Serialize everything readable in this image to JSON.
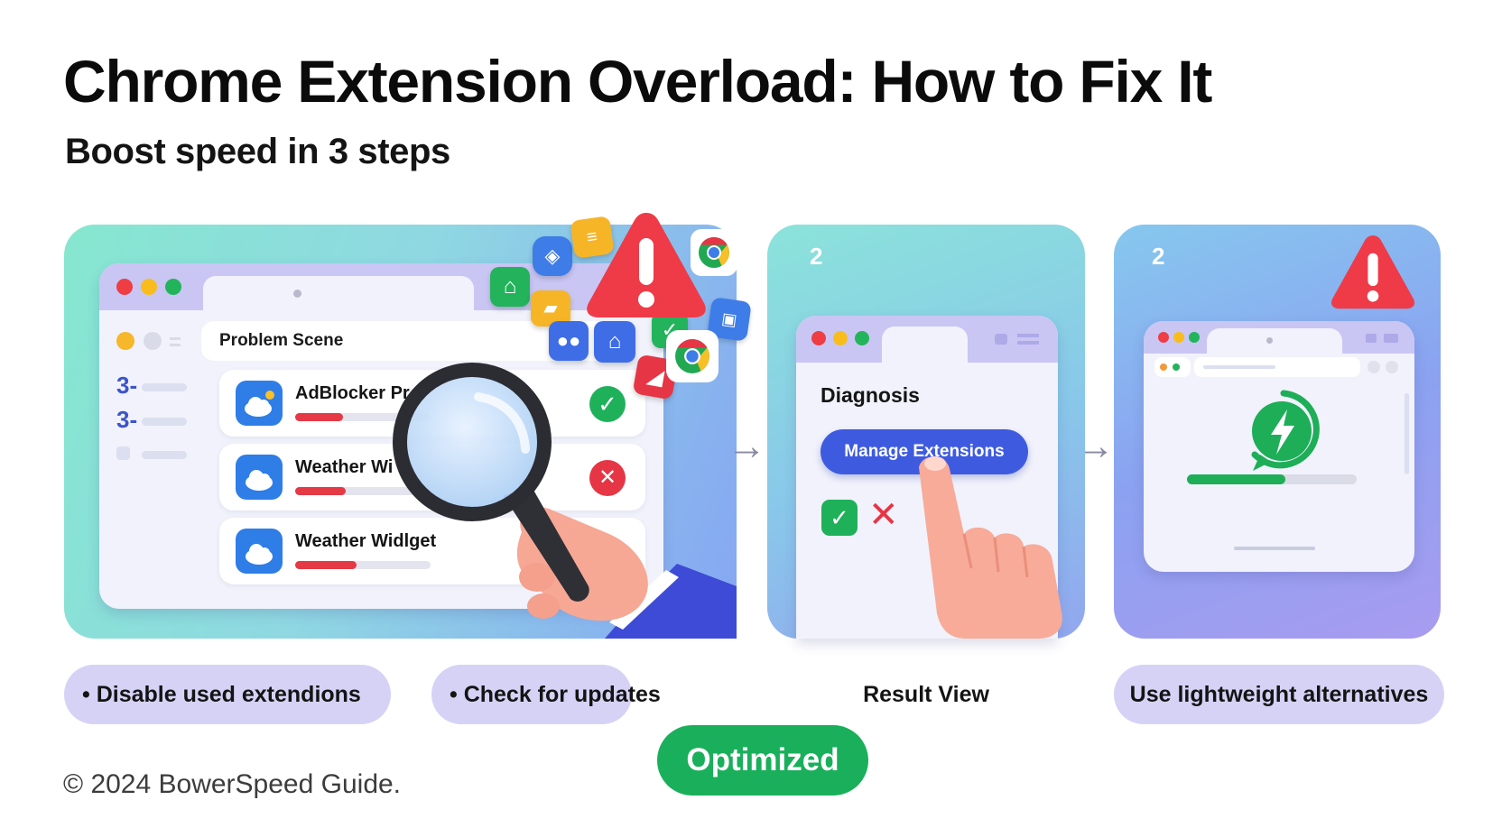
{
  "header": {
    "title": "Chrome Extension Overload: How to Fix It",
    "subtitle": "Boost speed in 3 steps"
  },
  "panels": {
    "problem": {
      "scene_label": "Problem Scene",
      "sidebar_numbers": [
        "3-",
        "3-"
      ],
      "extensions": [
        {
          "name": "AdBlocker Pr",
          "status": "ok",
          "usage": 0.35
        },
        {
          "name": "Weather Wi",
          "status": "error",
          "usage": 0.37
        },
        {
          "name": "Weather Widlget",
          "status": "none",
          "usage": 0.45
        }
      ],
      "status_glyphs": {
        "ok": "✓",
        "error": "✕"
      }
    },
    "diagnosis": {
      "step": "2",
      "label": "Diagnosis",
      "button": "Manage Extensions"
    },
    "result": {
      "step": "2",
      "progress": 0.58
    }
  },
  "pills": {
    "p1": "• Disable used extendions",
    "p2": "• Check for updates",
    "p3": "Result View",
    "p4": "Use lightweight alternatives"
  },
  "optimized_label": "Optimized",
  "footer": "© 2024 BowerSpeed Guide.",
  "icons": [
    "warning-icon",
    "chrome-icon",
    "cloud-icon",
    "magnifier-icon",
    "hand-pointer-icon",
    "lightning-icon"
  ],
  "colors": {
    "accent_blue": "#3e5be0",
    "success_green": "#1aaf5b",
    "error_red": "#e53a46",
    "pill_lavender": "#d6d2f6"
  }
}
